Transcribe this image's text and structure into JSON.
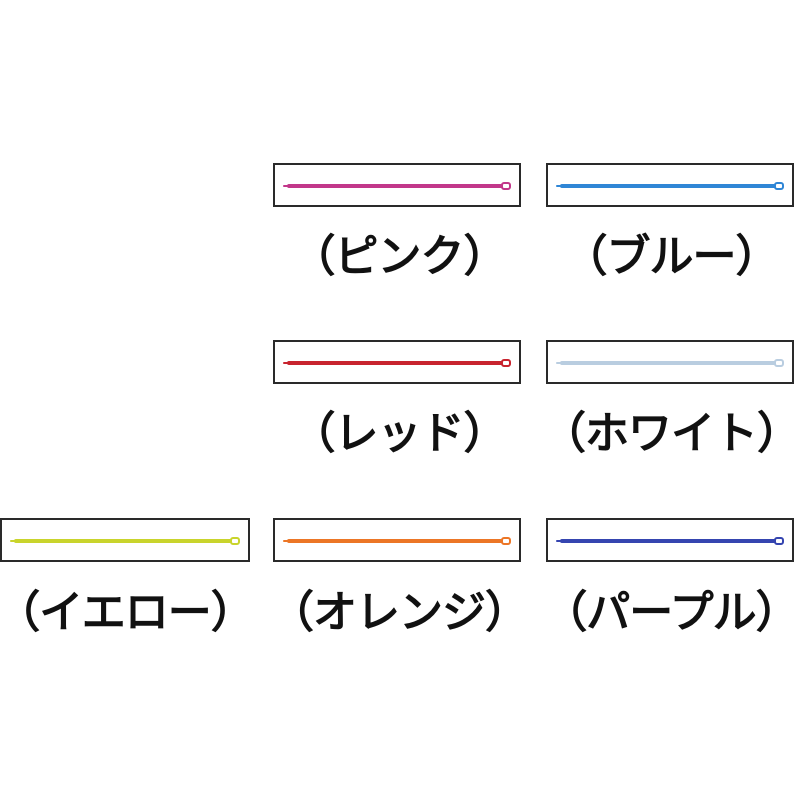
{
  "items": [
    {
      "id": "pink",
      "label": "（ピンク）",
      "color": "#c2378a"
    },
    {
      "id": "blue",
      "label": "（ブルー）",
      "color": "#2f86d6"
    },
    {
      "id": "red",
      "label": "（レッド）",
      "color": "#c8242e"
    },
    {
      "id": "white",
      "label": "（ホワイト）",
      "color": "#b9cde0"
    },
    {
      "id": "yellow",
      "label": "（イエロー）",
      "color": "#c9d42c"
    },
    {
      "id": "orange",
      "label": "（オレンジ）",
      "color": "#ec7626"
    },
    {
      "id": "purple",
      "label": "（パープル）",
      "color": "#3545b0"
    }
  ]
}
